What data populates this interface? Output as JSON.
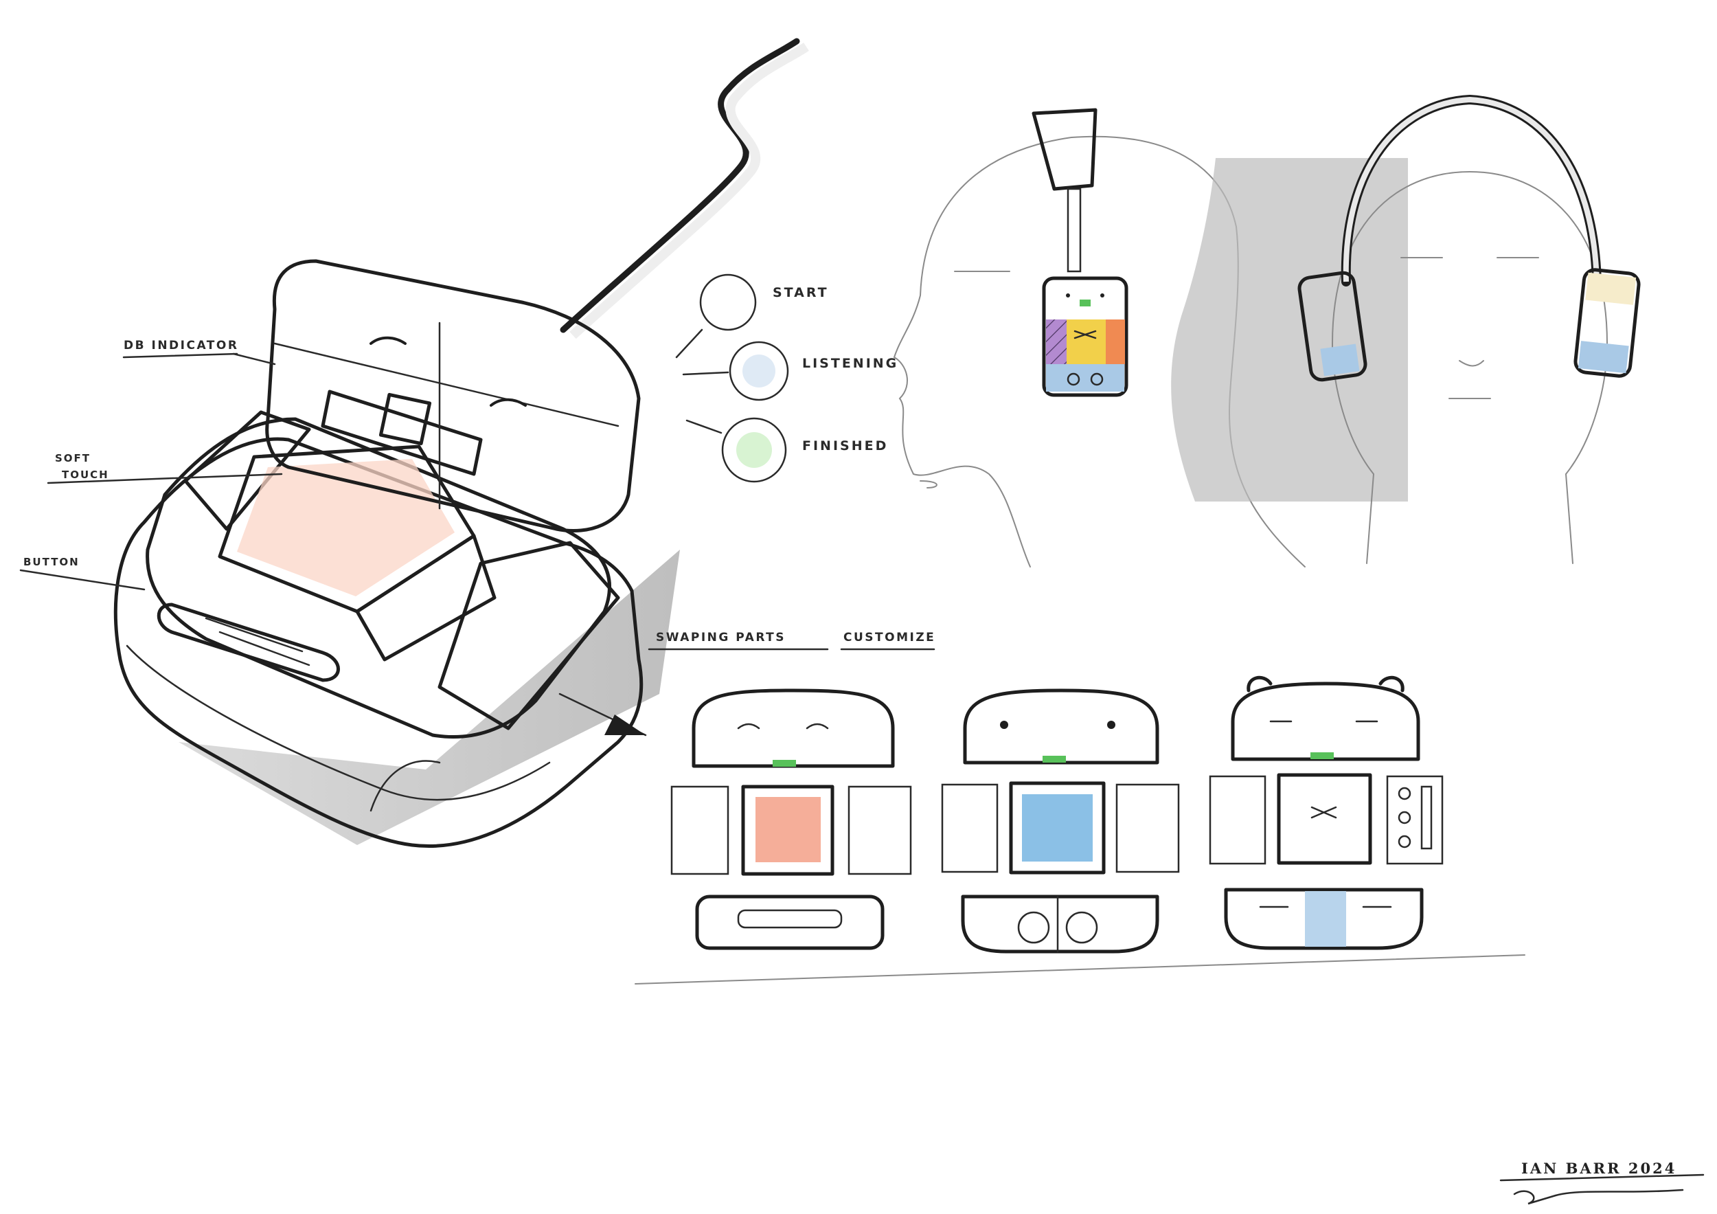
{
  "callouts": {
    "db_indicator": "DB INDICATOR",
    "soft_touch": [
      "SOFT",
      "TOUCH"
    ],
    "button": "BUTTON"
  },
  "states": [
    {
      "label": "START",
      "color": "#f6ecc2"
    },
    {
      "label": "LISTENING",
      "color": "#b9d3ea"
    },
    {
      "label": "FINISHED",
      "color": "#a9e0a0"
    }
  ],
  "section_headings": {
    "swapping": "SWAPING PARTS",
    "customize": "CUSTOMIZE"
  },
  "signature": "IAN BARR 2024",
  "colors": {
    "cream": "#f5ecc6",
    "orange": "#ef7a3e",
    "red": "#e0453a",
    "blue": "#86b6d8",
    "green": "#56c45a",
    "yellow": "#f4d14a",
    "lavender": "#c7a9dc",
    "shadow": "#bdbdbd"
  },
  "icons": [
    "smile-eyes-icon",
    "dot-eyes-icon",
    "line-eyes-icon",
    "bow-tie-icon",
    "speaker-icon"
  ]
}
